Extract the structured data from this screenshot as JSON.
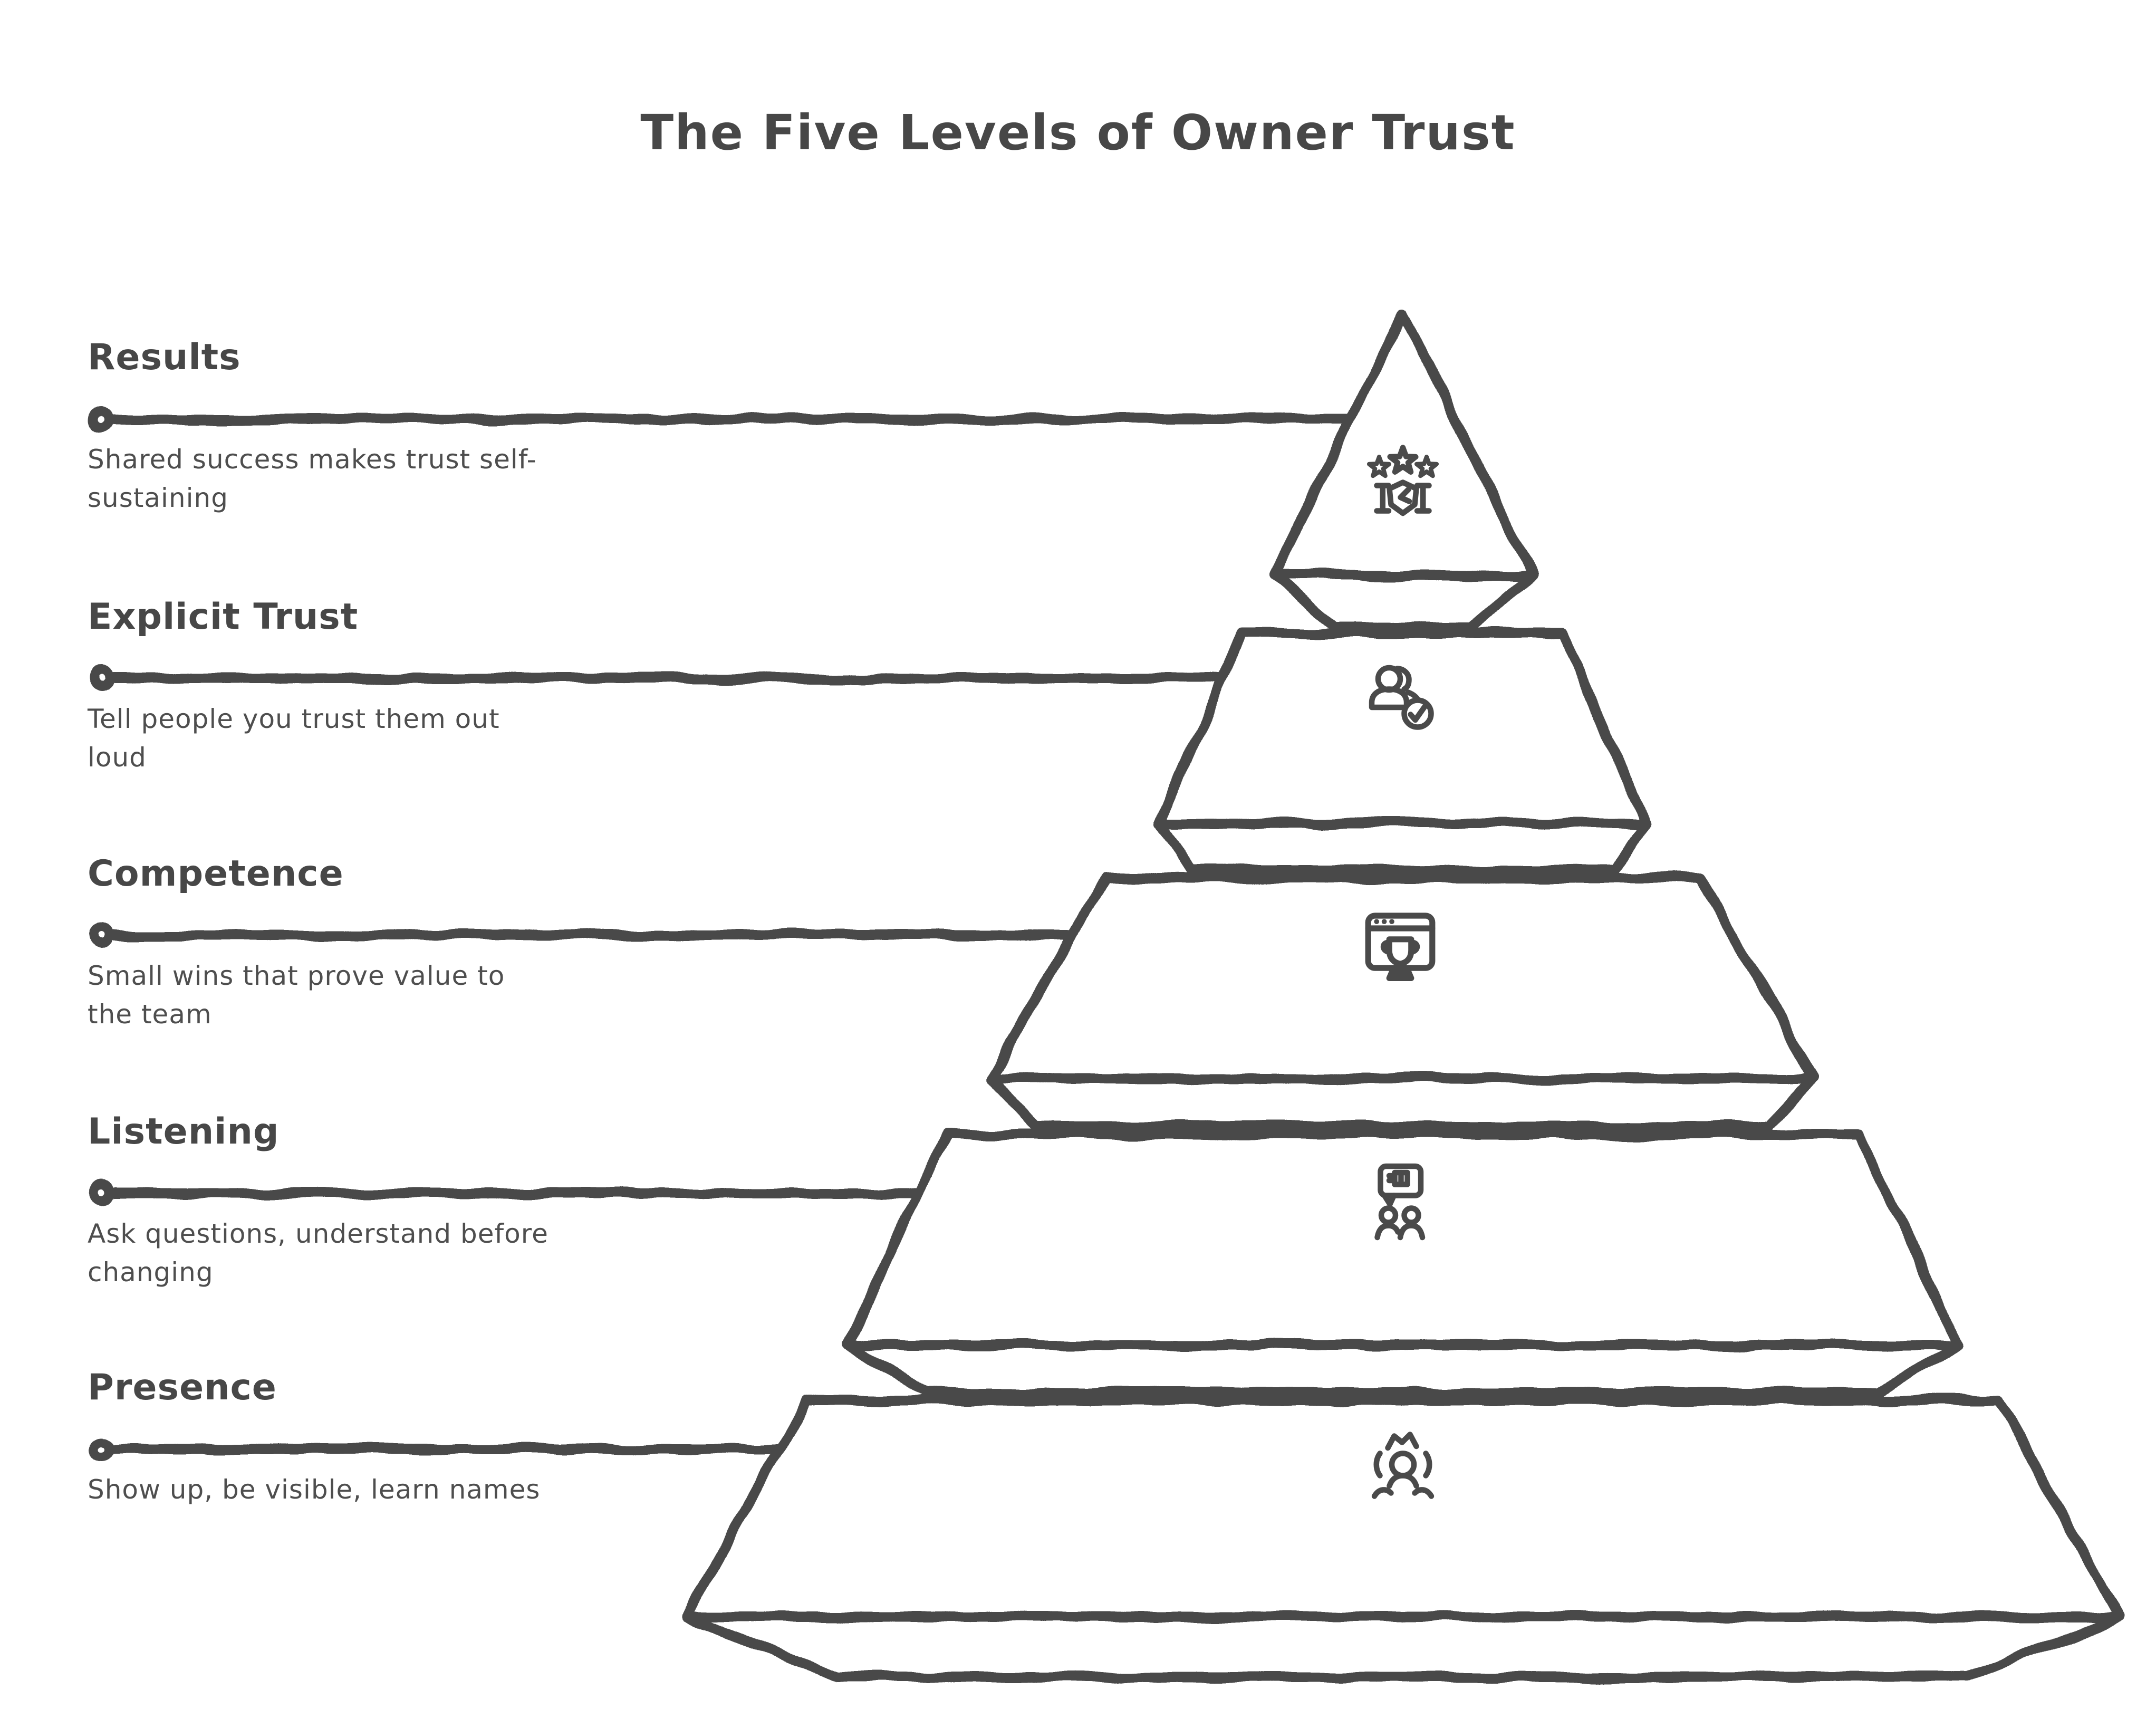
{
  "title": "The Five Levels of Owner Trust",
  "levels": [
    {
      "name": "Results",
      "description": "Shared success makes trust self-\nsustaining",
      "icon": "stars-achievement-icon"
    },
    {
      "name": "Explicit Trust",
      "description": "Tell people you trust them out\nloud",
      "icon": "people-verified-icon"
    },
    {
      "name": "Competence",
      "description": "Small wins that prove value to\nthe team",
      "icon": "browser-trophy-icon"
    },
    {
      "name": "Listening",
      "description": "Ask questions, understand before\nchanging",
      "icon": "speech-bubble-people-icon"
    },
    {
      "name": "Presence",
      "description": "Show up, be visible, learn names",
      "icon": "person-group-icon"
    }
  ],
  "colors": {
    "ink": "#4a4a4a",
    "background": "#ffffff"
  }
}
